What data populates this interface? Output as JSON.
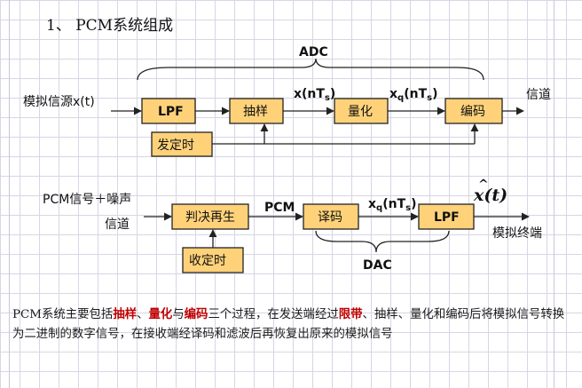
{
  "title": "1、 PCM系统组成",
  "adc": {
    "label": "ADC",
    "input_label": "模拟信源x(t)",
    "blocks": [
      "LPF",
      "抽样",
      "量化",
      "编码"
    ],
    "timing": "发定时",
    "sig1": "x(nT",
    "sig1_sub": "s",
    "sig1_end": ")",
    "sig2": "x",
    "sig2_sub": "q",
    "sig2_mid": "(nT",
    "sig2_sub2": "s",
    "sig2_end": ")",
    "output_label": "信道"
  },
  "dac": {
    "label": "DAC",
    "input_label_1": "PCM信号＋噪声",
    "input_label_2": "信道",
    "regen": "判决再生",
    "timing": "收定时",
    "pcm": "PCM",
    "decode": "译码",
    "lpf": "LPF",
    "sig": "x",
    "sig_sub": "q",
    "sig_mid": "(nT",
    "sig_sub2": "s",
    "sig_end": ")",
    "xhat": "x(t)",
    "xhat_accent": "^",
    "output_label": "模拟终端"
  },
  "description": [
    {
      "text": "PCM系统主要包括",
      "hl": false
    },
    {
      "text": "抽样",
      "hl": true
    },
    {
      "text": "、",
      "hl": false
    },
    {
      "text": "量化",
      "hl": true
    },
    {
      "text": "与",
      "hl": false
    },
    {
      "text": "编码",
      "hl": true
    },
    {
      "text": "三个过程，在发送端经过",
      "hl": false
    },
    {
      "text": "限带",
      "hl": true
    },
    {
      "text": "、抽样、量化和编码后将模拟信号转换为二进制的数字信号，在接收端经译码和滤波后再恢复出原来的模拟信号",
      "hl": false
    }
  ],
  "colors": {
    "block_fill": "#ffd27a",
    "highlight": "#c00000"
  }
}
